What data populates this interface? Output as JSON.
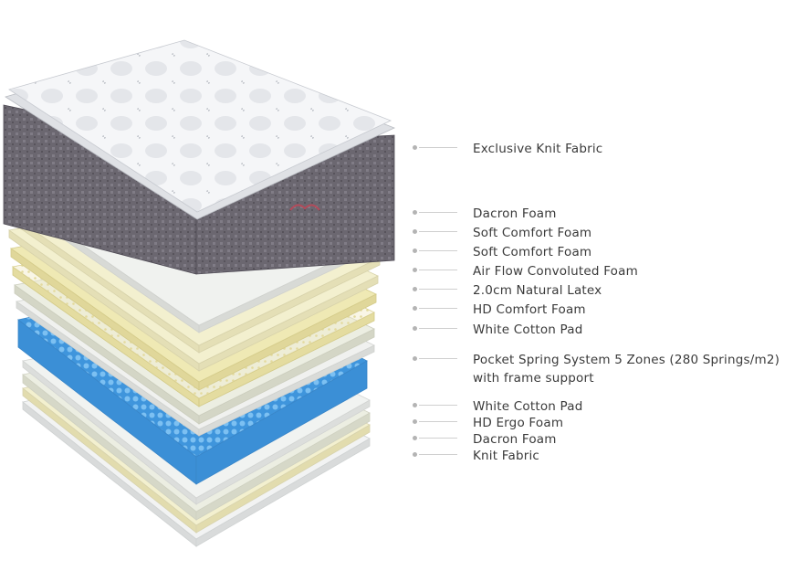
{
  "labels": [
    "Exclusive Knit Fabric",
    "Dacron Foam",
    "Soft Comfort Foam",
    "Soft Comfort Foam",
    "Air Flow Convoluted Foam",
    "2.0cm Natural Latex",
    "HD Comfort Foam",
    "White Cotton Pad",
    "Pocket Spring System 5 Zones (280 Springs/m2)\nwith frame support",
    "White Cotton Pad",
    "HD Ergo Foam",
    "Dacron Foam",
    "Knit Fabric"
  ],
  "colors": {
    "cover": "#f4f5f7",
    "border": "#5f5b62",
    "foam_pale": "#eceee2",
    "foam_yellow": "#efe9b4",
    "foam_cream": "#f3f0cf",
    "spring_blue": "#4aa3e6",
    "spring_gray": "#9fa2a8",
    "leader": "#cfcfcf",
    "text": "#3a3a3a"
  }
}
